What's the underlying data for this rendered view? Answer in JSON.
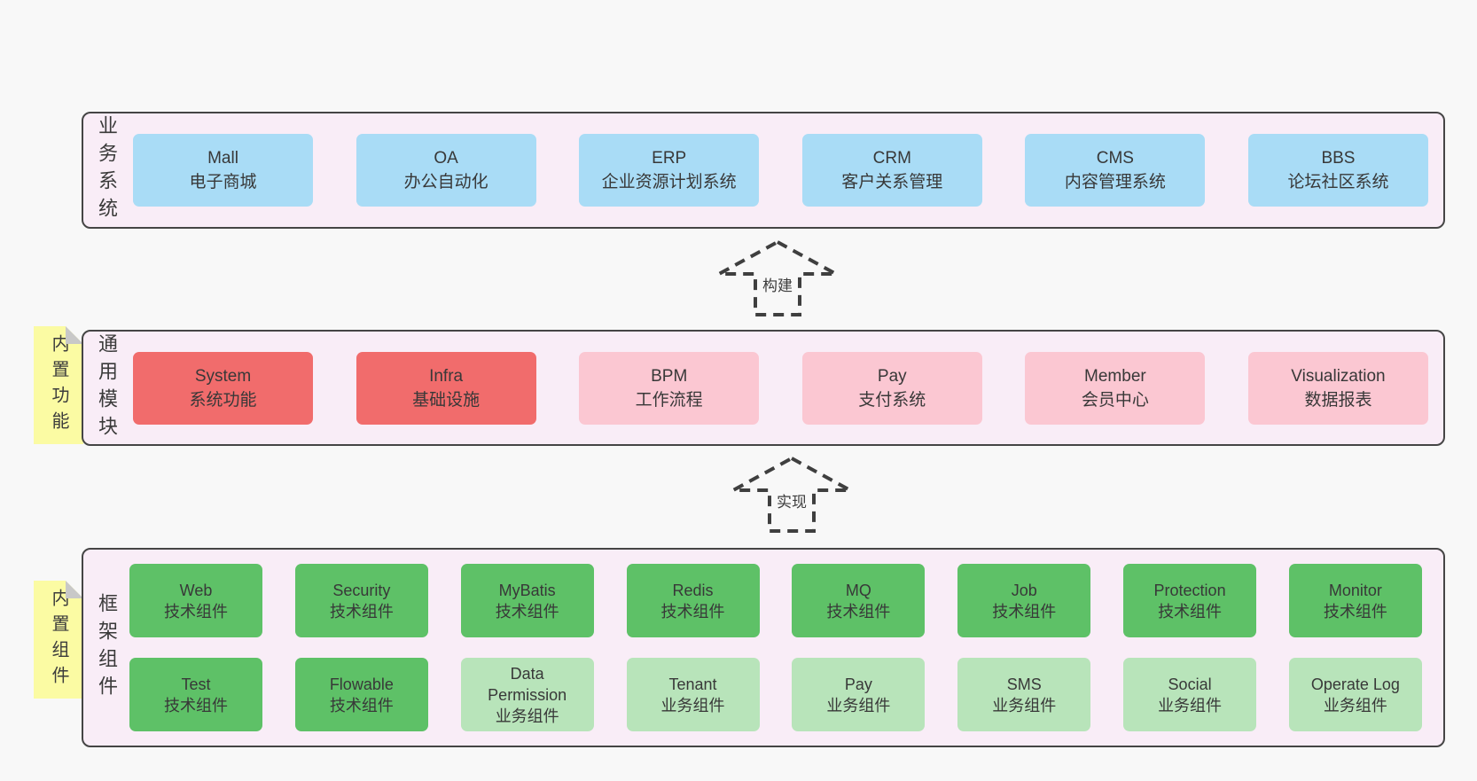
{
  "colors": {
    "page_bg": "#f8f8f8",
    "panel_bg": "#f9edf7",
    "panel_border": "#454545",
    "blue_box": "#a9dcf6",
    "red_box": "#f16c6c",
    "pink_box": "#fbc7d2",
    "green_box": "#5ec167",
    "light_green_box": "#b8e4ba",
    "sticky_yellow": "#fbfba3",
    "sticky_fold": "#c8c8c8",
    "text": "#383838"
  },
  "panels": [
    {
      "label": "业务系统",
      "boxes": [
        {
          "name": "Mall",
          "desc": "电子商城"
        },
        {
          "name": "OA",
          "desc": "办公自动化"
        },
        {
          "name": "ERP",
          "desc": "企业资源计划系统"
        },
        {
          "name": "CRM",
          "desc": "客户关系管理"
        },
        {
          "name": "CMS",
          "desc": "内容管理系统"
        },
        {
          "name": "BBS",
          "desc": "论坛社区系统"
        }
      ]
    },
    {
      "label": "通用模块",
      "boxes": [
        {
          "name": "System",
          "desc": "系统功能"
        },
        {
          "name": "Infra",
          "desc": "基础设施"
        },
        {
          "name": "BPM",
          "desc": "工作流程"
        },
        {
          "name": "Pay",
          "desc": "支付系统"
        },
        {
          "name": "Member",
          "desc": "会员中心"
        },
        {
          "name": "Visualization",
          "desc": "数据报表"
        }
      ]
    },
    {
      "label": "框架组件",
      "rows": [
        [
          {
            "name": "Web",
            "desc": "技术组件"
          },
          {
            "name": "Security",
            "desc": "技术组件"
          },
          {
            "name": "MyBatis",
            "desc": "技术组件"
          },
          {
            "name": "Redis",
            "desc": "技术组件"
          },
          {
            "name": "MQ",
            "desc": "技术组件"
          },
          {
            "name": "Job",
            "desc": "技术组件"
          },
          {
            "name": "Protection",
            "desc": "技术组件"
          },
          {
            "name": "Monitor",
            "desc": "技术组件"
          }
        ],
        [
          {
            "name": "Test",
            "desc": "技术组件"
          },
          {
            "name": "Flowable",
            "desc": "技术组件"
          },
          {
            "name": "Data Permission",
            "desc": "业务组件"
          },
          {
            "name": "Tenant",
            "desc": "业务组件"
          },
          {
            "name": "Pay",
            "desc": "业务组件"
          },
          {
            "name": "SMS",
            "desc": "业务组件"
          },
          {
            "name": "Social",
            "desc": "业务组件"
          },
          {
            "name": "Operate Log",
            "desc": "业务组件"
          }
        ]
      ]
    }
  ],
  "arrows": [
    {
      "label": "构建"
    },
    {
      "label": "实现"
    }
  ],
  "stickies": [
    {
      "label": "内置功能"
    },
    {
      "label": "内置组件"
    }
  ]
}
